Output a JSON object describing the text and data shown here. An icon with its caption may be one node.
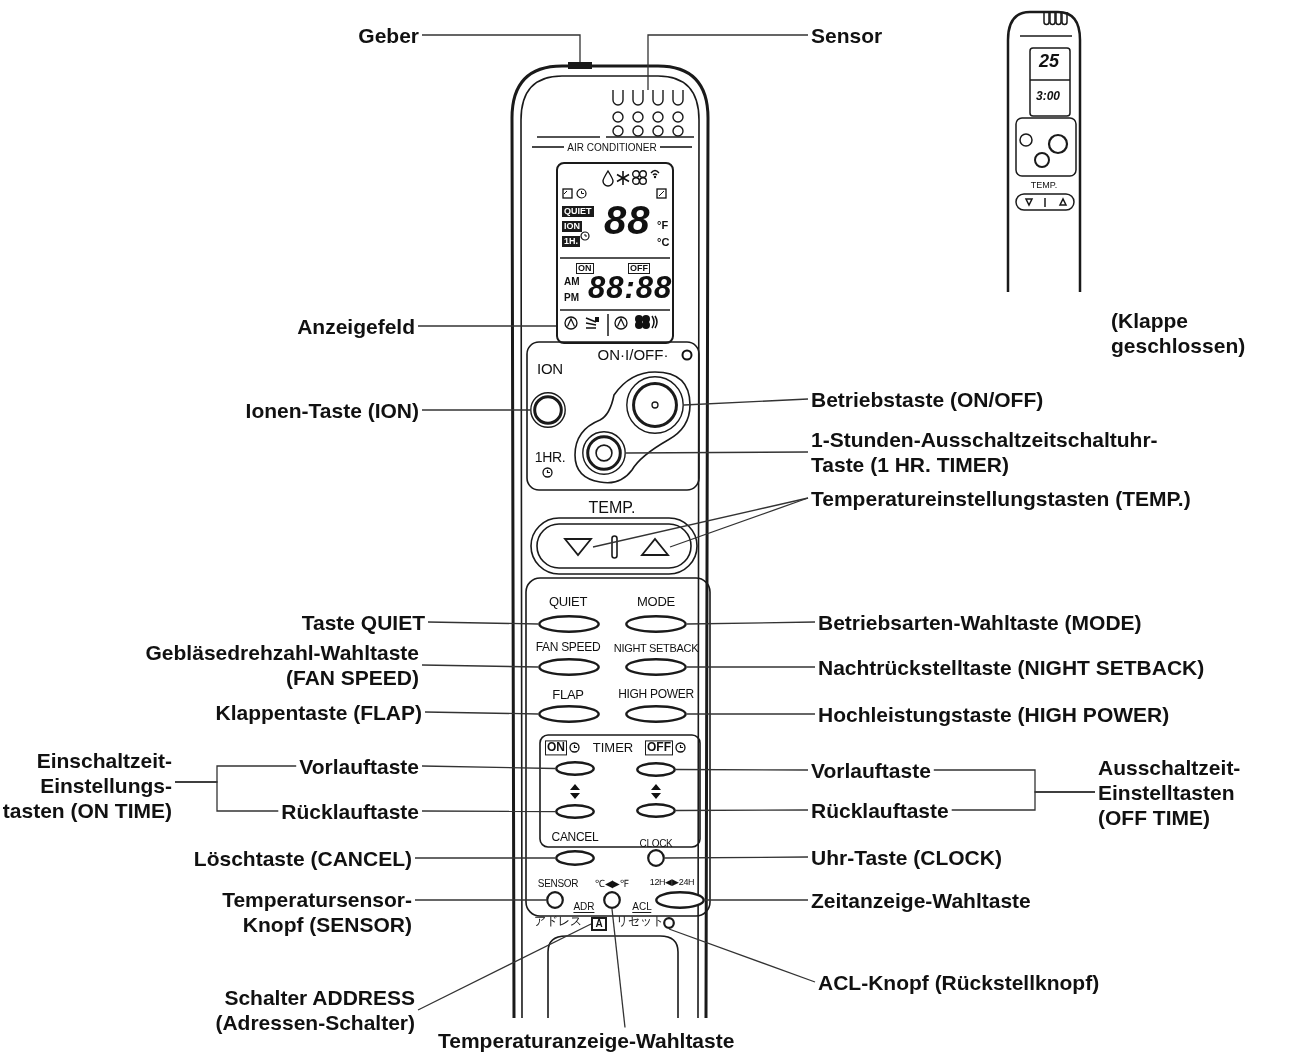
{
  "diagram": {
    "nodes": [
      {
        "text": [
          "Geber"
        ]
      },
      {
        "text": [],
        "shape": "bar"
      },
      {
        "text": [
          "Sensor"
        ]
      },
      {
        "text": [],
        "shape": "circle"
      },
      {
        "text": [
          "Anzeigefeld"
        ]
      },
      {
        "text": [
          "QUIET",
          "ION",
          "1H.",
          "88",
          "°F",
          "°C",
          "ON",
          "OFF",
          "AM",
          "PM",
          "88:88"
        ]
      },
      {
        "text": [
          "Ionen-Taste (ION)"
        ]
      },
      {
        "text": [],
        "shape": "circle",
        "beside": [
          "ION"
        ]
      },
      {
        "text": [
          "Betriebstaste (ON/OFF)"
        ]
      },
      {
        "text": [],
        "shape": "circle"
      },
      {
        "text": [
          "1-Stunden-Ausschaltzeitschaltuhr- Taste (1 HR. TIMER)"
        ]
      },
      {
        "text": [],
        "shape": "circle",
        "beside": [
          "1HR."
        ]
      },
      {
        "text": [
          "Temperatureinstellungstasten (TEMP.)"
        ]
      },
      {
        "text": [],
        "shape": "triangle"
      },
      {
        "text": [],
        "shape": "triangle"
      },
      {
        "text": [
          "Taste QUIET"
        ]
      },
      {
        "text": [],
        "shape": "ellipse",
        "beside": [
          "QUIET"
        ]
      },
      {
        "text": [
          "Betriebsarten-Wahltaste (MODE)"
        ]
      },
      {
        "text": [],
        "shape": "ellipse",
        "beside": [
          "MODE"
        ]
      },
      {
        "text": [
          "Gebläsedrehzahl-Wahltaste (FAN SPEED)"
        ]
      },
      {
        "text": [],
        "shape": "ellipse",
        "beside": [
          "FAN SPEED"
        ]
      },
      {
        "text": [
          "Nachtrückstelltaste (NIGHT SETBACK)"
        ]
      },
      {
        "text": [],
        "shape": "ellipse",
        "beside": [
          "NIGHT SETBACK"
        ]
      },
      {
        "text": [
          "Klappentaste (FLAP)"
        ]
      },
      {
        "text": [],
        "shape": "ellipse",
        "beside": [
          "FLAP"
        ]
      },
      {
        "text": [
          "Hochleistungstaste (HIGH POWER)"
        ]
      },
      {
        "text": [],
        "shape": "ellipse",
        "beside": [
          "HIGH POWER"
        ]
      },
      {
        "text": [
          "Einschaltzeit- Einstellungs- tasten (ON TIME)"
        ]
      },
      {
        "text": [
          "Vorlauftaste"
        ]
      },
      {
        "text": [],
        "shape": "ellipse"
      },
      {
        "text": [
          "Rücklauftaste"
        ]
      },
      {
        "text": [],
        "shape": "ellipse"
      },
      {
        "text": [
          "Vorlauftaste"
        ]
      },
      {
        "text": [],
        "shape": "ellipse"
      },
      {
        "text": [
          "Rücklauftaste"
        ]
      },
      {
        "text": [],
        "shape": "ellipse"
      },
      {
        "text": [
          "Ausschaltzeit- Einstelltasten (OFF TIME)"
        ]
      },
      {
        "text": [
          "Löschtaste (CANCEL)"
        ]
      },
      {
        "text": [],
        "shape": "ellipse",
        "beside": [
          "CANCEL"
        ]
      },
      {
        "text": [
          "Uhr-Taste (CLOCK)"
        ]
      },
      {
        "text": [],
        "shape": "circle",
        "beside": [
          "CLOCK"
        ]
      },
      {
        "text": [
          "Temperatursensor- Knopf (SENSOR)"
        ]
      },
      {
        "text": [],
        "shape": "circle",
        "beside": [
          "SENSOR"
        ]
      },
      {
        "text": [
          "Zeitanzeige-Wahltaste"
        ]
      },
      {
        "text": [],
        "shape": "ellipse",
        "beside": [
          "12H◀▶24H"
        ]
      },
      {
        "text": [
          "Schalter ADDRESS (Adressen-Schalter)"
        ]
      },
      {
        "text": [
          "A"
        ]
      },
      {
        "text": [
          "ACL-Knopf (Rückstellknopf)"
        ]
      },
      {
        "text": [],
        "shape": "circle"
      },
      {
        "text": [
          "Temperaturanzeige-Wahltaste"
        ]
      },
      {
        "text": [],
        "shape": "circle",
        "beside": [
          "℃◀▶℉"
        ]
      }
    ],
    "edges": [
      {
        "from": 0,
        "to": 1,
        "arrow": "none"
      },
      {
        "from": 2,
        "to": 3,
        "arrow": "none"
      },
      {
        "from": 4,
        "to": 5,
        "arrow": "none"
      },
      {
        "from": 6,
        "to": 7,
        "arrow": "none"
      },
      {
        "from": 8,
        "to": 9,
        "arrow": "none"
      },
      {
        "from": 10,
        "to": 11,
        "arrow": "none"
      },
      {
        "from": 12,
        "to": 13,
        "arrow": "none"
      },
      {
        "from": 12,
        "to": 14,
        "arrow": "none"
      },
      {
        "from": 15,
        "to": 16,
        "arrow": "none"
      },
      {
        "from": 17,
        "to": 18,
        "arrow": "none"
      },
      {
        "from": 19,
        "to": 20,
        "arrow": "none"
      },
      {
        "from": 21,
        "to": 22,
        "arrow": "none"
      },
      {
        "from": 23,
        "to": 24,
        "arrow": "none"
      },
      {
        "from": 25,
        "to": 26,
        "arrow": "none"
      },
      {
        "from": 27,
        "to": 28,
        "arrow": "none"
      },
      {
        "from": 27,
        "to": 30,
        "arrow": "none"
      },
      {
        "from": 28,
        "to": 29,
        "arrow": "none"
      },
      {
        "from": 30,
        "to": 31,
        "arrow": "none"
      },
      {
        "from": 32,
        "to": 33,
        "arrow": "none"
      },
      {
        "from": 34,
        "to": 35,
        "arrow": "none"
      },
      {
        "from": 36,
        "to": 32,
        "arrow": "none"
      },
      {
        "from": 36,
        "to": 34,
        "arrow": "none"
      },
      {
        "from": 37,
        "to": 38,
        "arrow": "none"
      },
      {
        "from": 39,
        "to": 40,
        "arrow": "none"
      },
      {
        "from": 41,
        "to": 42,
        "arrow": "none"
      },
      {
        "from": 43,
        "to": 44,
        "arrow": "none"
      },
      {
        "from": 45,
        "to": 46,
        "arrow": "none"
      },
      {
        "from": 47,
        "to": 48,
        "arrow": "none"
      },
      {
        "from": 49,
        "to": 50,
        "arrow": "none"
      }
    ],
    "labels": [
      "AIR CONDITIONER",
      "ON·I/OFF·",
      "TEMP.",
      "ON",
      "TIMER",
      "OFF",
      "ADR",
      "ACL",
      "アドレス",
      "リセット",
      "25",
      "3:00",
      "TEMP.",
      "(Klappe geschlossen)"
    ]
  }
}
